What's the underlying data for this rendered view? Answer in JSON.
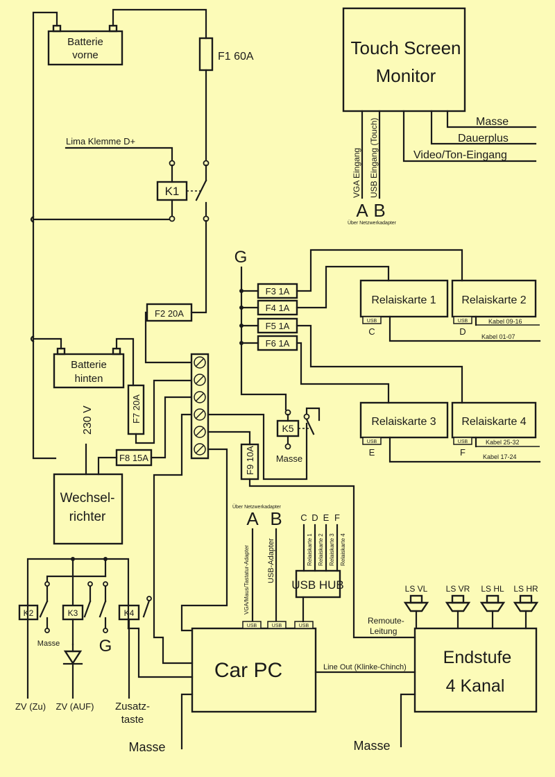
{
  "colors": {
    "paper": "#fcfbb8",
    "ink": "#1a1a1a"
  },
  "monitor": {
    "title_line1": "Touch Screen",
    "title_line2": "Monitor",
    "masse": "Masse",
    "dauerplus": "Dauerplus",
    "video": "Video/Ton-Eingang",
    "vga": "VGA Eingang",
    "usb_touch": "USB Eingang (Touch)",
    "letter_a": "A",
    "letter_b": "B",
    "adapter_note": "Über Netzwerkadapter"
  },
  "battery_front": {
    "line1": "Batterie",
    "line2": "vorne"
  },
  "battery_rear": {
    "line1": "Batterie",
    "line2": "hinten"
  },
  "fuses": {
    "f1": "F1 60A",
    "f2": "F2 20A",
    "f3": "F3 1A",
    "f4": "F4 1A",
    "f5": "F5 1A",
    "f6": "F6 1A",
    "f7": "F7 20A",
    "f8": "F8 15A",
    "f9": "F9 10A"
  },
  "lima": "Lima Klemme D+",
  "relays": {
    "k1": "K1",
    "k2": "K2",
    "k3": "K3",
    "k4": "K4",
    "k5": "K5"
  },
  "ground_g": "G",
  "relay_cards": {
    "card1": "Relaiskarte 1",
    "card2": "Relaiskarte 2",
    "card3": "Relaiskarte 3",
    "card4": "Relaiskarte 4",
    "usb": "USB",
    "letter_c": "C",
    "letter_d": "D",
    "letter_e": "E",
    "letter_f": "F",
    "kabel_09_16": "Kabel 09-16",
    "kabel_01_07": "Kabel 01-07",
    "kabel_25_32": "Kabel 25-32",
    "kabel_17_24": "Kabel 17-24"
  },
  "masse": "Masse",
  "v230": "230 V",
  "inverter": {
    "line1": "Wechsel-",
    "line2": "richter"
  },
  "pc": {
    "title": "Car PC",
    "adapter_note": "Über Netzwerkadapter",
    "letter_a": "A",
    "letter_b": "B",
    "vga_adapter": "VGA/Maus/Tastatur-Adapter",
    "usb_adapter": "USB-Adapter",
    "usb": "USB",
    "line_out": "Line Out (Klinke-Chinch)"
  },
  "hub": {
    "title": "USB HUB",
    "letters": [
      "C",
      "D",
      "E",
      "F"
    ],
    "ports": [
      "Relaiskarte 1",
      "Relaiskarte 2",
      "Relaiskarte 3",
      "Relaiskarte 4"
    ]
  },
  "amp": {
    "line1": "Endstufe",
    "line2": "4 Kanal",
    "remote_line1": "Remoute-",
    "remote_line2": "Leitung"
  },
  "speakers": [
    "LS VL",
    "LS VR",
    "LS HL",
    "LS HR"
  ],
  "bottom": {
    "zv_zu": "ZV (Zu)",
    "zv_auf": "ZV (AUF)",
    "zusatz_line1": "Zusatz-",
    "zusatz_line2": "taste"
  }
}
